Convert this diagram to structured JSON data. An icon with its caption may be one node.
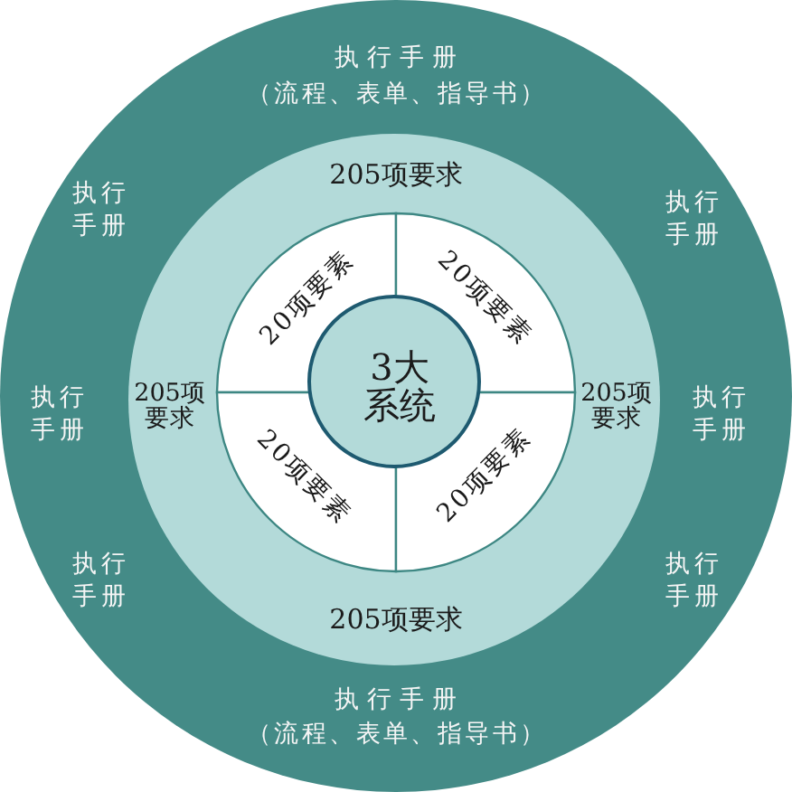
{
  "diagram": {
    "nodes": [
      {
        "text": [
          "执行手册",
          "（流程、表单、指导书）",
          "执行手册",
          "执行手册",
          "执行手册",
          "执行手册",
          "执行手册",
          "执行手册",
          "执行手册",
          "（流程、表单、指导书）"
        ]
      },
      {
        "text": [
          "205项要求",
          "205项要求",
          "205项要求",
          "205项要求"
        ],
        "in": 0
      },
      {
        "text": [
          "20项要素"
        ],
        "in": 1
      },
      {
        "text": [
          "20项要素"
        ],
        "in": 1
      },
      {
        "text": [
          "3大系统"
        ],
        "in": 1
      },
      {
        "text": [
          "20项要素"
        ],
        "in": 1
      },
      {
        "text": [
          "20项要素"
        ],
        "in": 1
      }
    ]
  }
}
